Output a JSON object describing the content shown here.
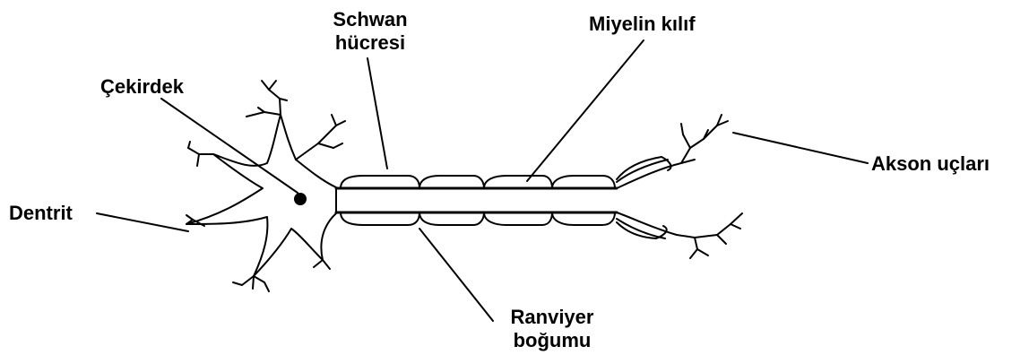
{
  "labels": {
    "cekirdek": "Çekirdek",
    "schwan_line1": "Schwan",
    "schwan_line2": "hücresi",
    "miyelin": "Miyelin kılıf",
    "akson": "Akson uçları",
    "dentrit": "Dentrit",
    "ranviyer_line1": "Ranviyer",
    "ranviyer_line2": "boğumu"
  },
  "colors": {
    "ink": "#000000",
    "background": "#ffffff"
  }
}
